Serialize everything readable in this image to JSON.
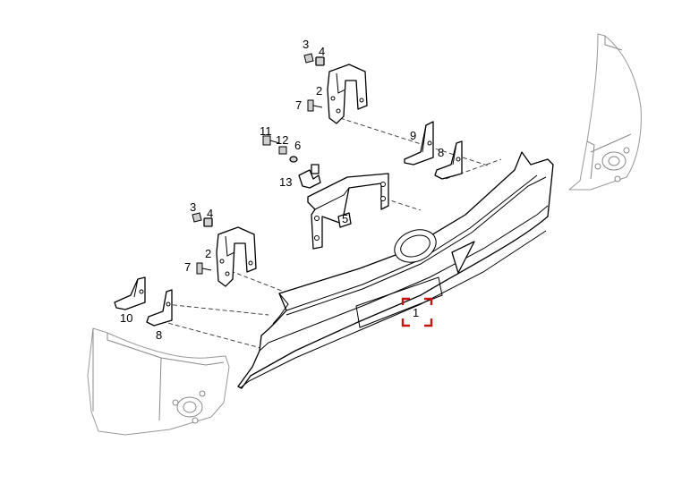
{
  "labels": {
    "l1": "1",
    "l2a": "2",
    "l2b": "2",
    "l3a": "3",
    "l3b": "3",
    "l4a": "4",
    "l4b": "4",
    "l5": "5",
    "l6": "6",
    "l7a": "7",
    "l7b": "7",
    "l8a": "8",
    "l8b": "8",
    "l9": "9",
    "l10": "10",
    "l11": "11",
    "l12": "12",
    "l13": "13"
  },
  "colors": {
    "selection_marker": "#cc1111",
    "outline": "#000000",
    "ghost_outline": "#999999"
  }
}
